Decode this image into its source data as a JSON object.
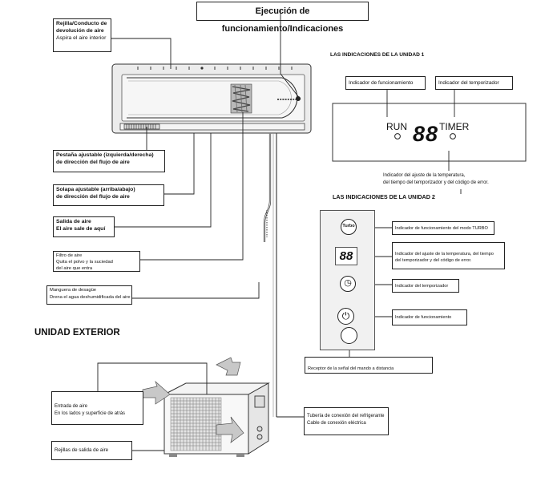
{
  "main_title": "Ejecución de funcionamiento/Indicaciones",
  "indoor_callouts": [
    {
      "lines": [
        "Rejilla/Conducto de",
        "devolución de aire",
        "Aspira el aire interior"
      ]
    },
    {
      "lines": [
        "Pestaña ajustable (izquierda/derecha)",
        "de dirección del flujo de aire"
      ]
    },
    {
      "lines": [
        "Solapa ajustable (arriba/abajo)",
        "de dirección del flujo de aire"
      ]
    },
    {
      "lines": [
        "Salida de aire",
        "El aire sale de aquí"
      ]
    },
    {
      "lines": [
        "Filtro de aire",
        "Quita el polvo y la suciedad",
        "del aire que entra"
      ]
    },
    {
      "lines": [
        "Manguera de desagüe",
        "Drena el agua deshumidificada del aire"
      ]
    }
  ],
  "unit1": {
    "heading": "LAS INDICACIONES DE LA UNIDAD 1",
    "callouts": [
      "Indicador de funcionamiento",
      "Indicador del temporizador"
    ],
    "run_label": "RUN",
    "timer_label": "TIMER",
    "display_digits": "88",
    "bottom_callout": [
      "Indicador del ajuste de la temperatura,",
      "del tiempo del temporizador y del código de error."
    ]
  },
  "unit2": {
    "heading": "LAS INDICACIONES DE LA UNIDAD 2",
    "display_digits": "88",
    "turbo_icon_text": "Turbo",
    "callouts": [
      {
        "lines": [
          "Indicador de funcionamiento del modo TURBO"
        ]
      },
      {
        "lines": [
          "Indicador del ajuste de la temperatura, del tiempo",
          "del temporizador y del código de error."
        ]
      },
      {
        "lines": [
          "Indicador del temporizador"
        ]
      },
      {
        "lines": [
          "Indicador de funcionamiento"
        ]
      },
      {
        "lines": [
          "Receptor de la señal del mando a distancia"
        ]
      }
    ]
  },
  "outdoor": {
    "heading": "UNIDAD EXTERIOR",
    "callouts": [
      {
        "lines": [
          "Entrada de aire",
          "En los lados y superficie de atrás"
        ]
      },
      {
        "lines": [
          "Rejillas de salida de aire"
        ]
      },
      {
        "lines": [
          "Tubería de conexión del refrigerante",
          "Cable de conexión eléctrica"
        ]
      }
    ]
  }
}
